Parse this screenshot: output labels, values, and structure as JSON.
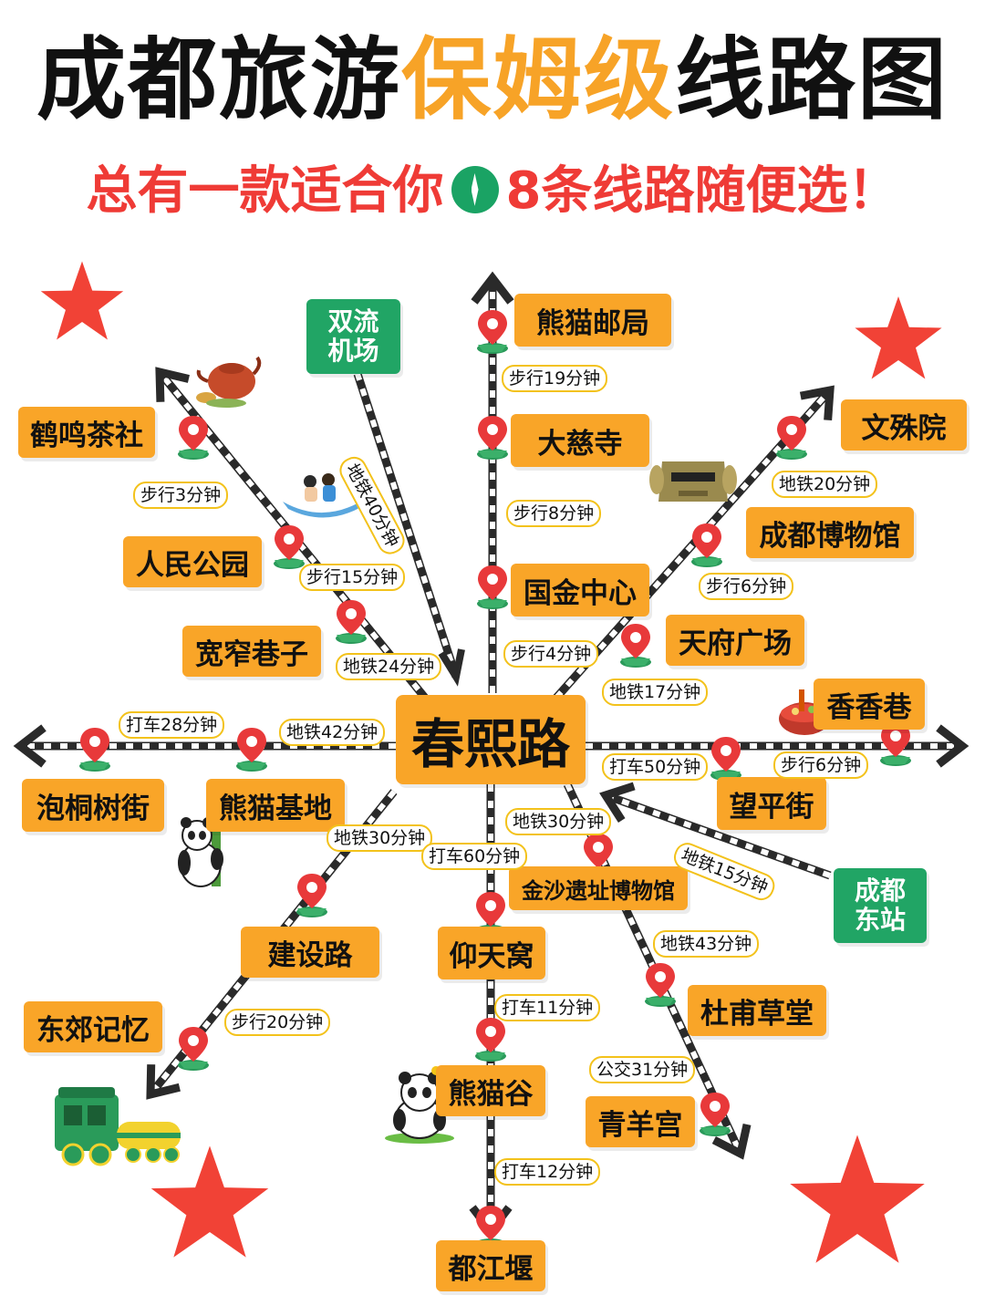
{
  "header": {
    "title_a": "成都旅游",
    "title_b": "保姆级",
    "title_c": "线路图",
    "subtitle_a": "总有一款适合你",
    "subtitle_b": "8条线路随便选！"
  },
  "colors": {
    "accent": "#f9a528",
    "title_highlight": "#f7a327",
    "subtitle": "#ef3b36",
    "transport_hub": "#21a565",
    "pin": "#e8393a",
    "star": "#f14236",
    "label_border": "#f3c21b"
  },
  "hub": {
    "name": "春熙路"
  },
  "places": {
    "xiongmao_youju": "熊猫邮局",
    "daci_si": "大慈寺",
    "guojin_zhongxin": "国金中心",
    "shuangliu_jichang": [
      "双流",
      "机场"
    ],
    "heming_chashe": "鹤鸣茶社",
    "renmin_gongyuan": "人民公园",
    "kuanzhai_xiangzi": "宽窄巷子",
    "wenshu_yuan": "文殊院",
    "chengdu_bowuguan": "成都博物馆",
    "tianfu_guangchang": "天府广场",
    "xiangxiang_xiang": "香香巷",
    "wangping_jie": "望平街",
    "chengdu_dongzhan": [
      "成都",
      "东站"
    ],
    "paotongshu_jie": "泡桐树街",
    "xiongmao_jidi": "熊猫基地",
    "jianshe_lu": "建设路",
    "dongjiao_jiyi": "东郊记忆",
    "yangtian_wo": "仰天窝",
    "jinsha_yizhi": "金沙遗址博物馆",
    "dufu_caotang": "杜甫草堂",
    "xiongmao_gu": "熊猫谷",
    "qingyang_gong": "青羊宫",
    "dujiangyan": "都江堰"
  },
  "routes": {
    "n_1": "步行19分钟",
    "n_2": "步行8分钟",
    "n_3": "步行4分钟",
    "airport": "地铁40分钟",
    "nw_1": "步行3分钟",
    "nw_2": "步行15分钟",
    "nw_3": "地铁24分钟",
    "ne_1": "地铁20分钟",
    "ne_2": "步行6分钟",
    "ne_3": "地铁17分钟",
    "w_1": "打车28分钟",
    "w_2": "地铁42分钟",
    "e_1": "打车50分钟",
    "e_2": "步行6分钟",
    "east_station": "地铁15分钟",
    "sw_1": "地铁30分钟",
    "sw_2": "步行20分钟",
    "s_1": "打车60分钟",
    "s_2": "打车11分钟",
    "s_3": "打车12分钟",
    "se_1": "地铁30分钟",
    "se_2": "地铁43分钟",
    "se_3": "公交31分钟"
  },
  "icons": [
    "location-pin-icon",
    "star-icon",
    "teapot-icon",
    "rowboat-icon",
    "bronze-mask-icon",
    "hotpot-icon",
    "panda-icon",
    "train-icon",
    "compass-icon"
  ]
}
